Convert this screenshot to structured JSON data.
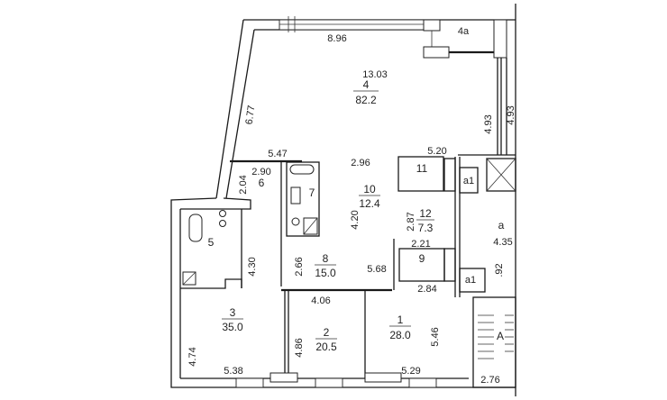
{
  "plan": {
    "rooms": [
      {
        "id": "4",
        "area": "82.2",
        "label": "4"
      },
      {
        "id": "4a",
        "label": "4a"
      },
      {
        "id": "1",
        "area": "28.0",
        "label": "1"
      },
      {
        "id": "2",
        "area": "20.5",
        "label": "2"
      },
      {
        "id": "3",
        "area": "35.0",
        "label": "3"
      },
      {
        "id": "5",
        "label": "5"
      },
      {
        "id": "6",
        "label": "6"
      },
      {
        "id": "7",
        "label": "7"
      },
      {
        "id": "8",
        "area": "15.0",
        "label": "8"
      },
      {
        "id": "9",
        "label": "9"
      },
      {
        "id": "10",
        "area": "12.4",
        "label": "10"
      },
      {
        "id": "11",
        "label": "11"
      },
      {
        "id": "12",
        "area": "7.3",
        "label": "12"
      },
      {
        "id": "a",
        "label": "a"
      },
      {
        "id": "a1_top",
        "label": "a1"
      },
      {
        "id": "a1_bottom",
        "label": "a1"
      },
      {
        "id": "A",
        "label": "A"
      }
    ],
    "dimensions": {
      "d_8_96": "8.96",
      "d_13_03": "13.03",
      "d_6_77": "6.77",
      "d_4_93_a": "4.93",
      "d_4_93_b": "4.93",
      "d_5_47": "5.47",
      "d_2_90": "2.90",
      "d_2_04": "2.04",
      "d_2_96": "2.96",
      "d_5_20": "5.20",
      "d_4_20": "4.20",
      "d_2_87": "2.87",
      "d_4_35": "4.35",
      "d_2_21": "2.21",
      "d_5_68": "5.68",
      "d_4_30": "4.30",
      "d_2_66": "2.66",
      "d_92": ".92",
      "d_4_06": "4.06",
      "d_2_84": "2.84",
      "d_4_74": "4.74",
      "d_4_86": "4.86",
      "d_5_46": "5.46",
      "d_5_38": "5.38",
      "d_5_29": "5.29",
      "d_2_76": "2.76"
    }
  }
}
